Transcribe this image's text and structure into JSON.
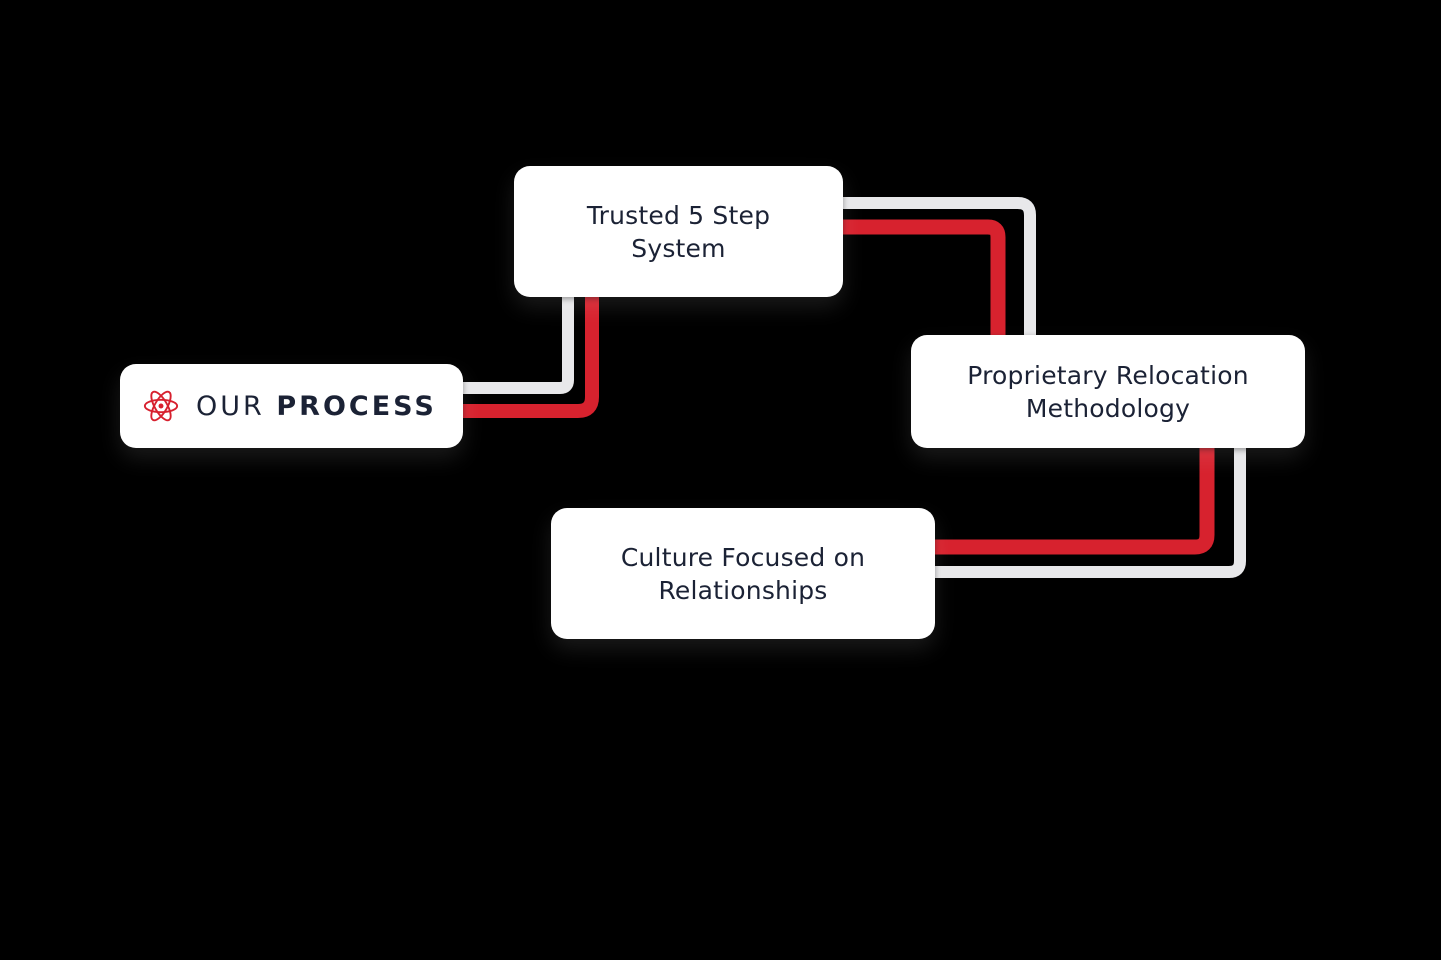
{
  "colors": {
    "accent_red": "#d7202e",
    "pipe_light": "#e8e8ea",
    "text_dark": "#1b2235",
    "card_bg": "#ffffff",
    "background": "#000000"
  },
  "start": {
    "icon": "atom-icon",
    "title_light": "OUR ",
    "title_bold": "PROCESS"
  },
  "steps": [
    {
      "line1": "Trusted 5 Step",
      "line2": "System"
    },
    {
      "line1": "Proprietary Relocation",
      "line2": "Methodology"
    },
    {
      "line1": "Culture Focused on",
      "line2": "Relationships"
    }
  ]
}
